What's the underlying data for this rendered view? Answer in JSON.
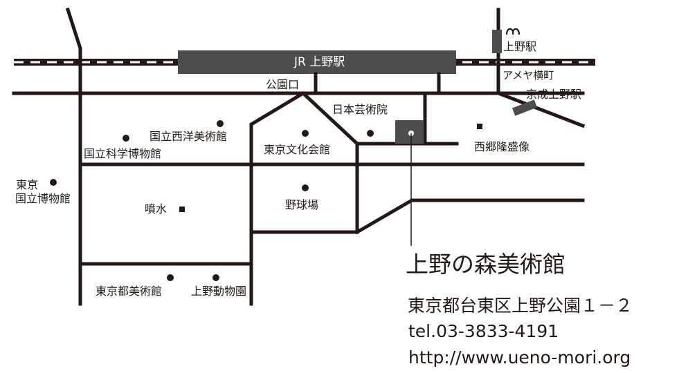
{
  "map": {
    "jr_station": "JR 上野駅",
    "metro_station": "上野駅",
    "keisei_station": "京成上野駅",
    "ameyoko": "アメヤ横町",
    "koenguchi": "公園口",
    "art_academy": "日本芸術院",
    "saigo_statue": "西郷隆盛像",
    "western_art_museum": "国立西洋美術館",
    "science_museum": "国立科学博物館",
    "bunka_kaikan": "東京文化会館",
    "national_museum_line1": "東京",
    "national_museum_line2": "国立博物館",
    "fountain": "噴水",
    "baseball_field": "野球場",
    "metropolitan_art_museum": "東京都美術館",
    "zoo": "上野動物園"
  },
  "venue": {
    "name": "上野の森美術館",
    "address": "東京都台東区上野公園１－２",
    "tel": "tel.03-3833-4191",
    "url": "http://www.ueno-mori.org"
  },
  "colors": {
    "line": "#231815",
    "station_fill": "#4d4d4d",
    "background": "#ffffff"
  }
}
